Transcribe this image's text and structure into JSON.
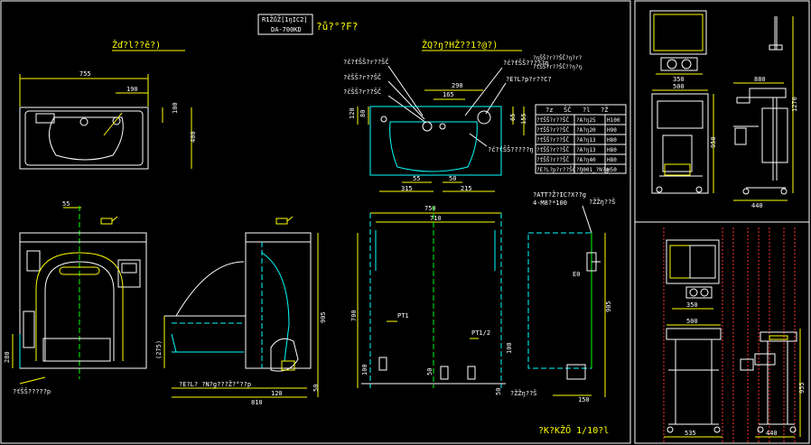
{
  "title": {
    "line1": "R1ŽůŽ[1ŋIC2]",
    "model": "DA-700KD",
    "suffix": "?ů?°?F?"
  },
  "views": {
    "top_left_label": "Žď?l??ě?)",
    "top_right_label": "ŽQ?ŋ?HŽ??1?@?)"
  },
  "dims": {
    "width_755": "755",
    "d190": "190",
    "d100": "100",
    "d400": "400",
    "d55": "55",
    "d290": "290",
    "d165": "165",
    "d120": "120",
    "d80": "80",
    "d65": "65",
    "d155": "155",
    "d55b": "55",
    "d50": "50",
    "d315": "315",
    "d215": "215",
    "d750": "750",
    "d710": "710",
    "d700": "700",
    "d905": "905",
    "d905b": "905",
    "d280": "280",
    "d275": "(275)",
    "d810": "810",
    "d120b": "120",
    "d50b": "50",
    "d100b": "100",
    "d100c": "100",
    "d50c": "50",
    "d150": "150",
    "d350a": "350",
    "d500a": "500",
    "d950": "950",
    "d880": "880",
    "d1270": "1270",
    "d440a": "440",
    "d350b": "350",
    "d500b": "500",
    "d955": "955",
    "d535": "535",
    "d440b": "440"
  },
  "labels": {
    "pt1": "PT1",
    "pt12": "PT1/2",
    "e0": "E0",
    "note1": "?ATT?Ž?IC?X??g",
    "note2": "4-M8?*100",
    "note3": "?ŽŽŋ??Ŝ",
    "call_a": "?č?ťŠŠ?r??ŠČ",
    "call_b": "?čŠŠ?r??ŠČ",
    "call_c": "?čŠŠ?r??ŠČ",
    "call_d": "?č?ťŠŠ?????ŋ",
    "call_e": "?ŋŠŠ?r??ŠČ?ŋ?r?",
    "call_f": "?ťŠŠ?r??ŠČ??ŋ?ŋ",
    "call_g": "?E?L?p?r??C?",
    "call_h": "?č?ťŠŠ?????ŋ",
    "front_bottom": "?ťŠŠ?????p",
    "side_bottom": "?E?L?_?N?g???Ž?°??p",
    "right_bottom": "?ŽŽŋ??Ŝ",
    "scale": "?K?KŽŐ  1/10?l"
  },
  "table": {
    "header": [
      "?z",
      "ŠČ",
      "?l",
      "?Ž"
    ],
    "rows": [
      [
        "?ťŠŠ?r??ŠČ",
        "?A?ŋ25",
        "H100"
      ],
      [
        "?ťŠŠ?r??ŠČ",
        "?A?ŋ20",
        "H90"
      ],
      [
        "?ťŠŠ?r??ŠČ",
        "?A?ŋ13",
        "H80"
      ],
      [
        "?ťŠŠ?r??ŠČ",
        "?A?ŋ13",
        "H80"
      ],
      [
        "?ťŠŠ?r??ŠČ",
        "?A?ŋ40",
        "H80"
      ],
      [
        "?E?L?p?r??ŠČ",
        "?Ŋ001_?N?g",
        "H50"
      ]
    ]
  }
}
